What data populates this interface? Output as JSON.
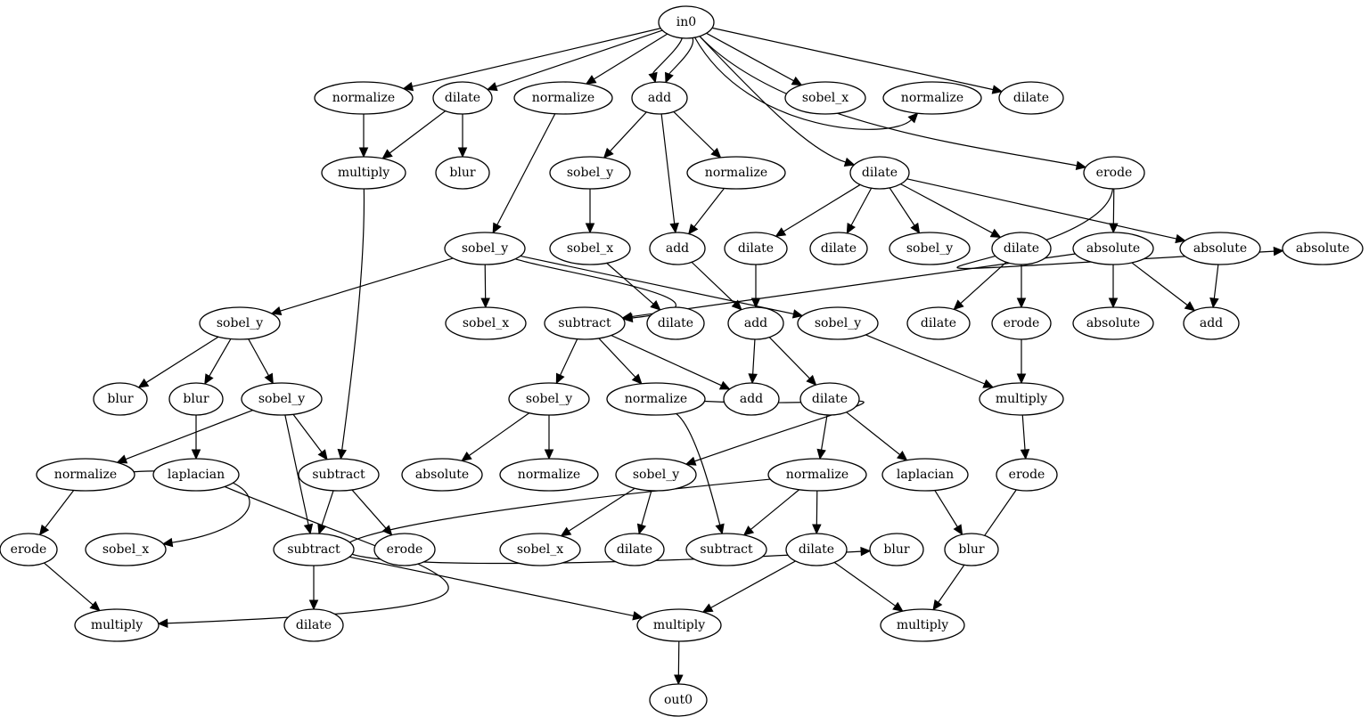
{
  "nodes": [
    {
      "id": "n0",
      "label": "in0"
    },
    {
      "id": "n1",
      "label": "normalize"
    },
    {
      "id": "n2",
      "label": "dilate"
    },
    {
      "id": "n3",
      "label": "normalize"
    },
    {
      "id": "n4",
      "label": "add"
    },
    {
      "id": "n5",
      "label": "sobel_x"
    },
    {
      "id": "n6",
      "label": "normalize"
    },
    {
      "id": "n7",
      "label": "dilate"
    },
    {
      "id": "n8",
      "label": "multiply"
    },
    {
      "id": "n9",
      "label": "blur"
    },
    {
      "id": "n10",
      "label": "sobel_y"
    },
    {
      "id": "n11",
      "label": "normalize"
    },
    {
      "id": "n12",
      "label": "dilate"
    },
    {
      "id": "n13",
      "label": "erode"
    },
    {
      "id": "n14",
      "label": "sobel_y"
    },
    {
      "id": "n15",
      "label": "sobel_x"
    },
    {
      "id": "n16",
      "label": "add"
    },
    {
      "id": "n17",
      "label": "dilate"
    },
    {
      "id": "n18",
      "label": "dilate"
    },
    {
      "id": "n19",
      "label": "sobel_y"
    },
    {
      "id": "n20",
      "label": "dilate"
    },
    {
      "id": "n21",
      "label": "absolute"
    },
    {
      "id": "n22",
      "label": "absolute"
    },
    {
      "id": "n23",
      "label": "absolute"
    },
    {
      "id": "n24",
      "label": "sobel_y"
    },
    {
      "id": "n25",
      "label": "sobel_x"
    },
    {
      "id": "n26",
      "label": "subtract"
    },
    {
      "id": "n27",
      "label": "dilate"
    },
    {
      "id": "n28",
      "label": "add"
    },
    {
      "id": "n29",
      "label": "sobel_y"
    },
    {
      "id": "n30",
      "label": "dilate"
    },
    {
      "id": "n31",
      "label": "erode"
    },
    {
      "id": "n32",
      "label": "absolute"
    },
    {
      "id": "n33",
      "label": "add"
    },
    {
      "id": "n34",
      "label": "blur"
    },
    {
      "id": "n35",
      "label": "blur"
    },
    {
      "id": "n36",
      "label": "sobel_y"
    },
    {
      "id": "n37",
      "label": "sobel_y"
    },
    {
      "id": "n38",
      "label": "normalize"
    },
    {
      "id": "n39",
      "label": "add"
    },
    {
      "id": "n40",
      "label": "dilate"
    },
    {
      "id": "n41",
      "label": "multiply"
    },
    {
      "id": "n42",
      "label": "normalize"
    },
    {
      "id": "n43",
      "label": "laplacian"
    },
    {
      "id": "n44",
      "label": "subtract"
    },
    {
      "id": "n45",
      "label": "absolute"
    },
    {
      "id": "n46",
      "label": "normalize"
    },
    {
      "id": "n47",
      "label": "sobel_y"
    },
    {
      "id": "n48",
      "label": "normalize"
    },
    {
      "id": "n49",
      "label": "laplacian"
    },
    {
      "id": "n50",
      "label": "erode"
    },
    {
      "id": "n51",
      "label": "erode"
    },
    {
      "id": "n52",
      "label": "sobel_x"
    },
    {
      "id": "n53",
      "label": "subtract"
    },
    {
      "id": "n54",
      "label": "erode"
    },
    {
      "id": "n55",
      "label": "sobel_x"
    },
    {
      "id": "n56",
      "label": "dilate"
    },
    {
      "id": "n57",
      "label": "subtract"
    },
    {
      "id": "n58",
      "label": "dilate"
    },
    {
      "id": "n59",
      "label": "blur"
    },
    {
      "id": "n60",
      "label": "blur"
    },
    {
      "id": "n61",
      "label": "multiply"
    },
    {
      "id": "n62",
      "label": "dilate"
    },
    {
      "id": "n63",
      "label": "multiply"
    },
    {
      "id": "n64",
      "label": "multiply"
    },
    {
      "id": "n65",
      "label": "out0"
    }
  ],
  "edges": [
    [
      "n0",
      "n1"
    ],
    [
      "n0",
      "n2"
    ],
    [
      "n0",
      "n3"
    ],
    [
      "n0",
      "n4"
    ],
    [
      "n0",
      "n4"
    ],
    [
      "n0",
      "n5"
    ],
    [
      "n0",
      "n6"
    ],
    [
      "n0",
      "n7"
    ],
    [
      "n0",
      "n12"
    ],
    [
      "n0",
      "n13"
    ],
    [
      "n1",
      "n8"
    ],
    [
      "n2",
      "n8"
    ],
    [
      "n2",
      "n9"
    ],
    [
      "n3",
      "n14"
    ],
    [
      "n4",
      "n10"
    ],
    [
      "n4",
      "n11"
    ],
    [
      "n4",
      "n16"
    ],
    [
      "n10",
      "n15"
    ],
    [
      "n11",
      "n16"
    ],
    [
      "n15",
      "n30"
    ],
    [
      "n12",
      "n17"
    ],
    [
      "n12",
      "n18"
    ],
    [
      "n12",
      "n19"
    ],
    [
      "n12",
      "n20"
    ],
    [
      "n12",
      "n23"
    ],
    [
      "n13",
      "n21"
    ],
    [
      "n13",
      "n22"
    ],
    [
      "n21",
      "n26"
    ],
    [
      "n21",
      "n32"
    ],
    [
      "n21",
      "n33"
    ],
    [
      "n23",
      "n33"
    ],
    [
      "n14",
      "n24"
    ],
    [
      "n14",
      "n25"
    ],
    [
      "n14",
      "n26"
    ],
    [
      "n14",
      "n29"
    ],
    [
      "n16",
      "n28"
    ],
    [
      "n17",
      "n28"
    ],
    [
      "n20",
      "n27"
    ],
    [
      "n20",
      "n31"
    ],
    [
      "n28",
      "n39"
    ],
    [
      "n28",
      "n40"
    ],
    [
      "n29",
      "n41"
    ],
    [
      "n31",
      "n41"
    ],
    [
      "n41",
      "n50"
    ],
    [
      "n24",
      "n34"
    ],
    [
      "n24",
      "n35"
    ],
    [
      "n24",
      "n36"
    ],
    [
      "n26",
      "n37"
    ],
    [
      "n26",
      "n38"
    ],
    [
      "n26",
      "n39"
    ],
    [
      "n35",
      "n43"
    ],
    [
      "n36",
      "n42"
    ],
    [
      "n36",
      "n44"
    ],
    [
      "n36",
      "n53"
    ],
    [
      "n8",
      "n44"
    ],
    [
      "n37",
      "n45"
    ],
    [
      "n37",
      "n46"
    ],
    [
      "n38",
      "n47"
    ],
    [
      "n38",
      "n57"
    ],
    [
      "n40",
      "n48"
    ],
    [
      "n40",
      "n49"
    ],
    [
      "n42",
      "n51"
    ],
    [
      "n42",
      "n52"
    ],
    [
      "n44",
      "n53"
    ],
    [
      "n44",
      "n54"
    ],
    [
      "n47",
      "n55"
    ],
    [
      "n47",
      "n56"
    ],
    [
      "n48",
      "n57"
    ],
    [
      "n48",
      "n58"
    ],
    [
      "n48",
      "n59"
    ],
    [
      "n49",
      "n60"
    ],
    [
      "n51",
      "n61"
    ],
    [
      "n43",
      "n61"
    ],
    [
      "n53",
      "n62"
    ],
    [
      "n53",
      "n63"
    ],
    [
      "n58",
      "n63"
    ],
    [
      "n58",
      "n64"
    ],
    [
      "n50",
      "n64"
    ],
    [
      "n63",
      "n65"
    ]
  ]
}
